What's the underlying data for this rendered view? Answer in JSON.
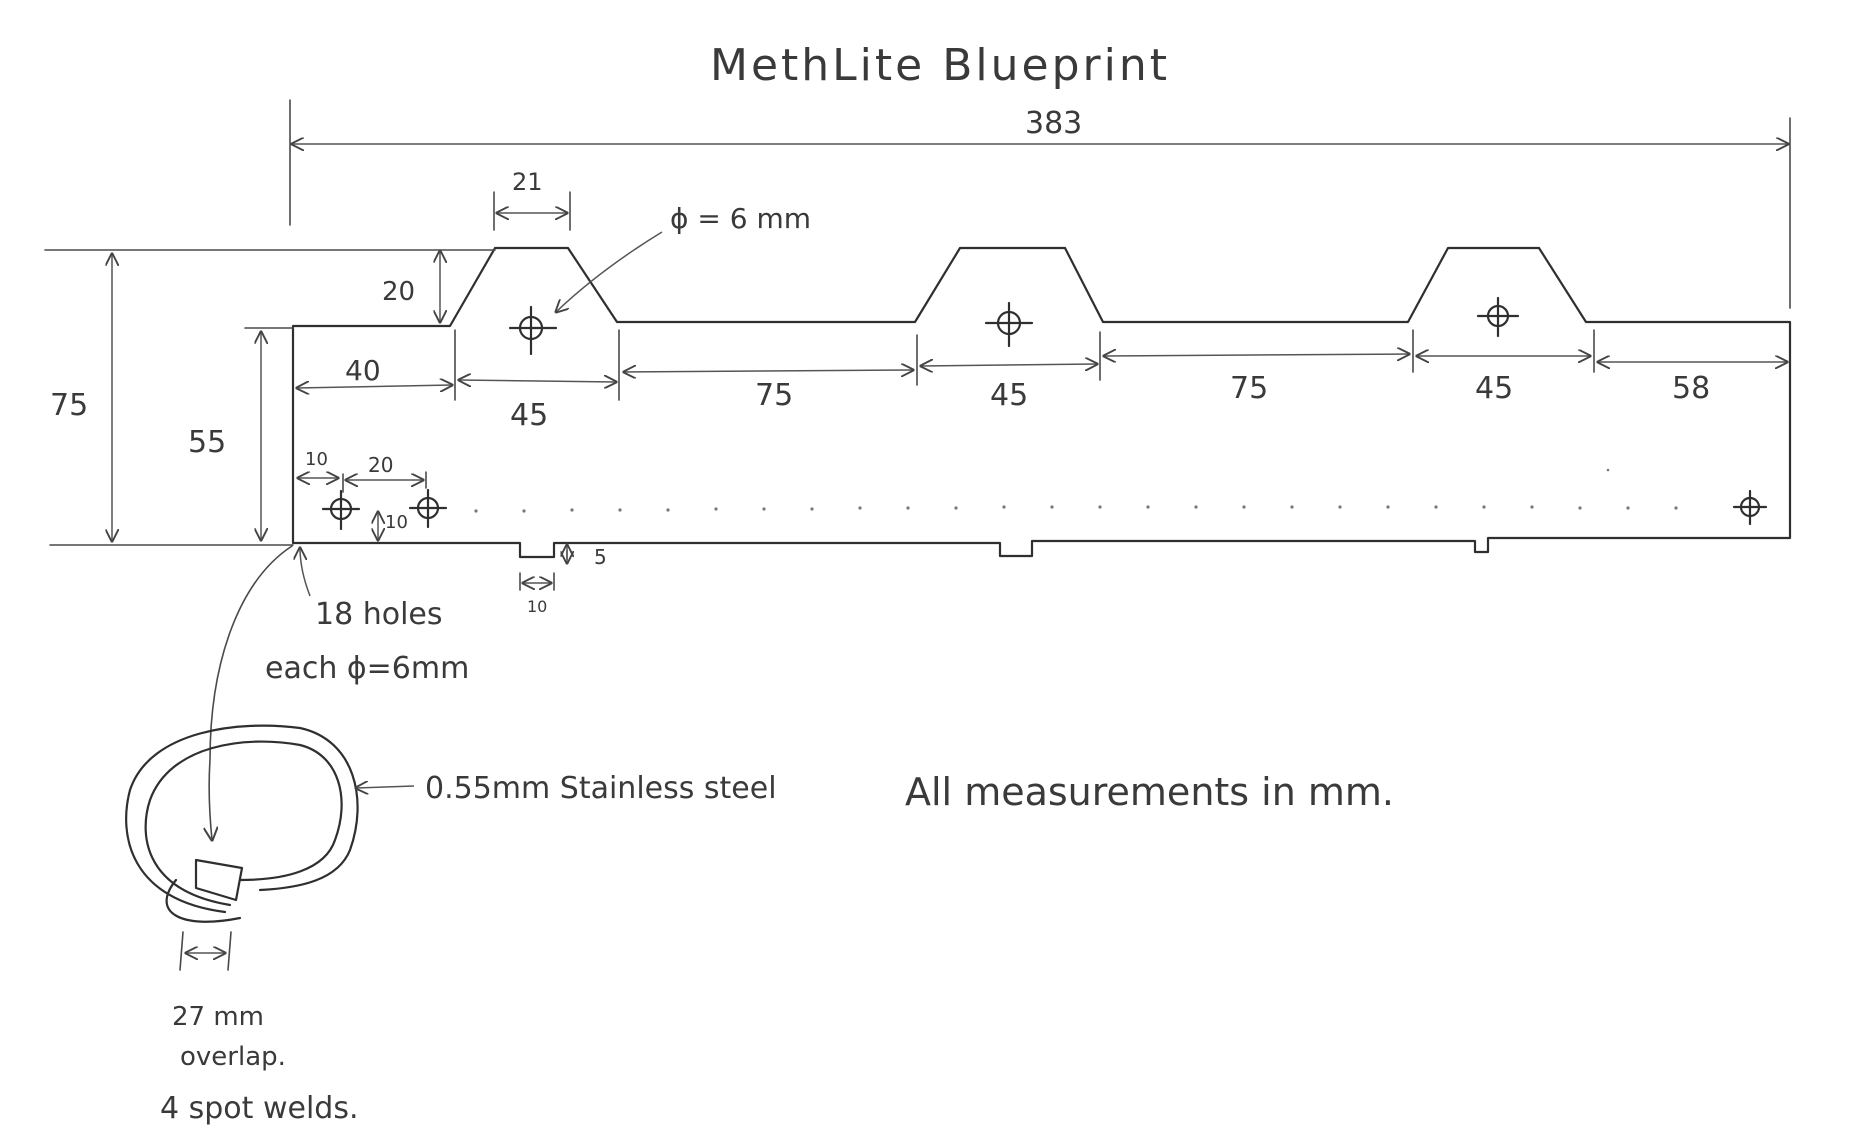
{
  "title": "MethLite Blueprint",
  "dimensions": {
    "overall_length": "383",
    "tab_top_width": "21",
    "tab_height": "20",
    "total_height": "75",
    "body_height": "55",
    "first_offset": "40",
    "tab_base_1": "45",
    "gap_1": "75",
    "tab_base_2": "45",
    "gap_2": "75",
    "tab_base_3": "45",
    "end_offset": "58",
    "hole_edge_offset": "10",
    "hole_spacing": "20",
    "hole_bottom_offset": "10",
    "notch_depth": "5",
    "notch_width": "10"
  },
  "notes": {
    "tab_hole": "ϕ = 6 mm",
    "holes_line1": "18 holes",
    "holes_line2": "each ϕ=6mm",
    "material": "0.55mm Stainless steel",
    "units": "All measurements in mm.",
    "overlap_line1": "27 mm",
    "overlap_line2": "overlap.",
    "welds": "4 spot welds."
  }
}
